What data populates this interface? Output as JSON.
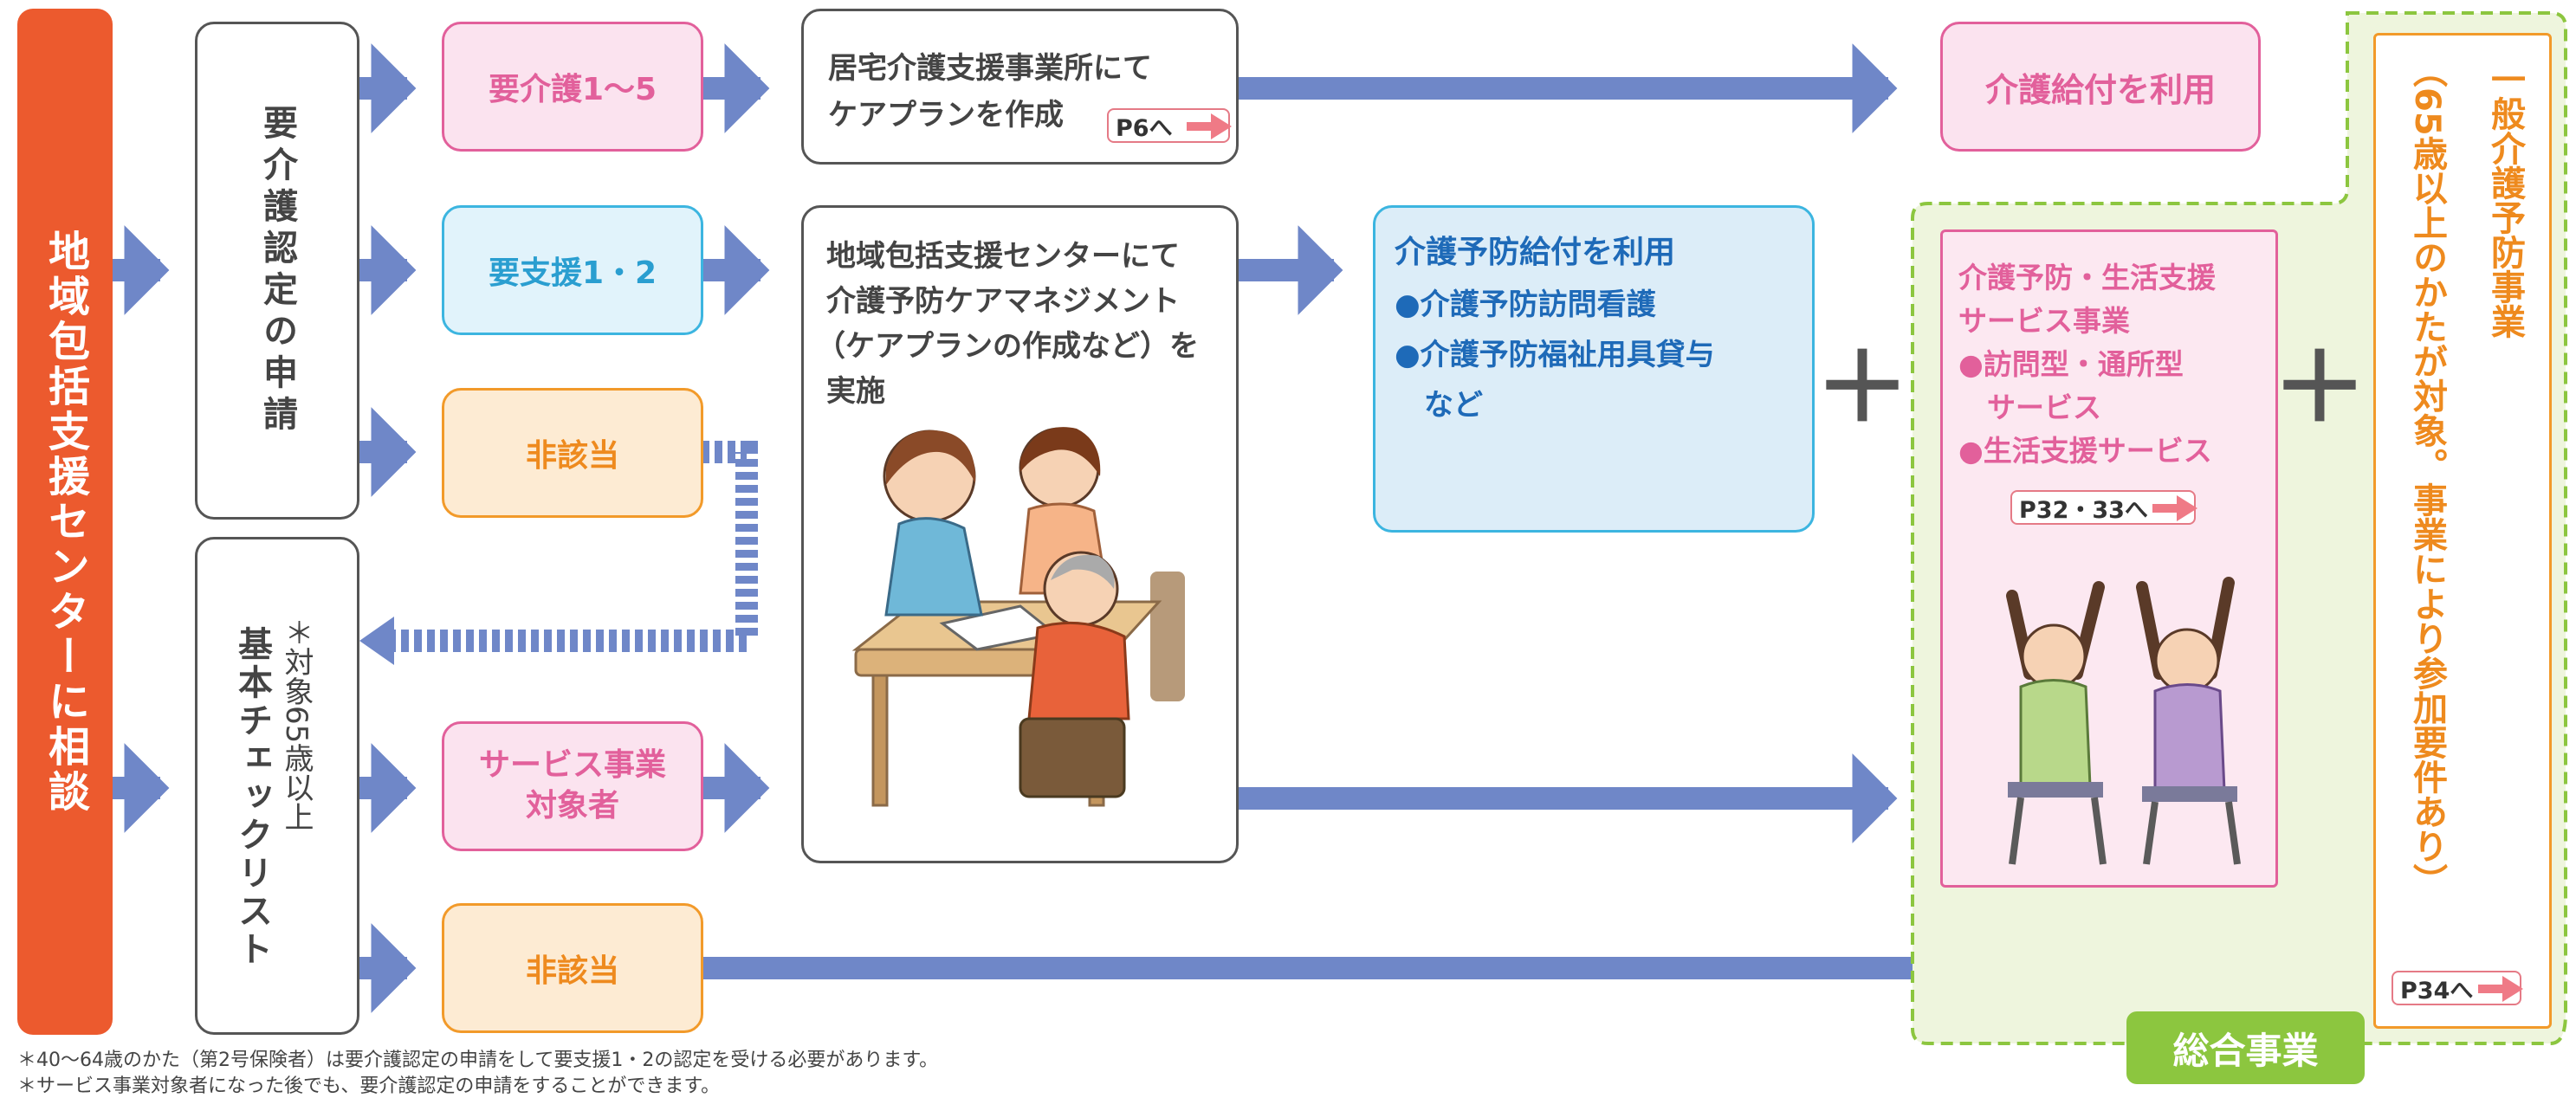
{
  "consult": {
    "label": "地域包括支援センターに相談"
  },
  "application": {
    "label": "要介護認定の申請"
  },
  "checklist": {
    "label": "基本チェックリスト",
    "note": "＊対象65歳以上"
  },
  "levels": {
    "care": "要介護1〜5",
    "support": "要支援1・2",
    "na1": "非該当",
    "service_target": "サービス事業対象者",
    "na2": "非該当"
  },
  "care_plan": {
    "line1": "居宅介護支援事業所にて",
    "line2": "ケアプランを作成",
    "link": "P6へ"
  },
  "center_plan": {
    "line1": "地域包括支援センターにて",
    "line2": "介護予防ケアマネジメント",
    "line3": "（ケアプランの作成など）を",
    "line4": "実施"
  },
  "care_benefit": {
    "label": "介護給付を利用"
  },
  "prevention": {
    "title": "介護予防給付を利用",
    "item1": "●介護予防訪問看護",
    "item2": "●介護予防福祉用具貸与",
    "item3": "　など"
  },
  "plus": "＋",
  "life_support": {
    "title1": "介護予防・生活支援",
    "title2": "サービス事業",
    "item1": "●訪問型・通所型",
    "item1b": "　サービス",
    "item2": "●生活支援サービス",
    "link": "P32・33へ"
  },
  "general": {
    "title": "一般介護予防事業",
    "note": "（65歳以上のかたが対象。事業により参加要件あり）",
    "link": "P34へ"
  },
  "sogo": {
    "label": "総合事業"
  },
  "footnotes": {
    "line1": "＊40〜64歳のかた（第2号保険者）は要介護認定の申請をして要支援1・2の認定を受ける必要があります。",
    "line2": "＊サービス事業対象者になった後でも、要介護認定の申請をすることができます。"
  },
  "colors": {
    "orange": "#ec5a2e",
    "arrow": "#6f87c8",
    "pink": "#e2609b",
    "cyan": "#3cb5e0",
    "amber": "#f29a2a",
    "green": "#8cc63f"
  }
}
